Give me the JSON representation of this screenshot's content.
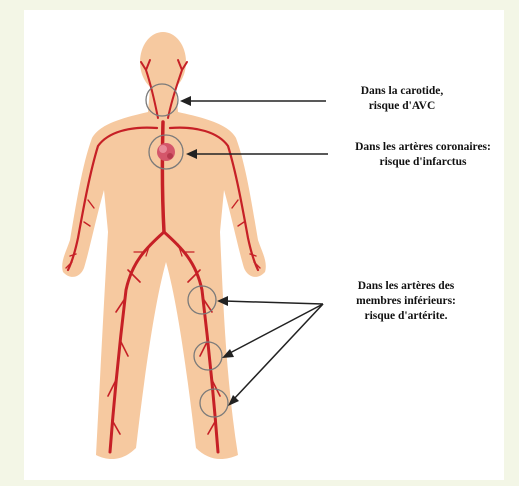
{
  "colors": {
    "background": "#f3f6e6",
    "panel": "#ffffff",
    "skin": "#f6c9a0",
    "artery": "#c62026",
    "heart": "#d4566a",
    "pointer": "#222222"
  },
  "annotations": {
    "carotid": {
      "line1": "Dans la carotide,",
      "line2": "risque d'AVC"
    },
    "coronary": {
      "line1": "Dans les artères coronaires:",
      "line2": "risque d'infarctus"
    },
    "lower_limbs": {
      "line1": "Dans les artères des",
      "line2": "membres inférieurs:",
      "line3": "risque d'artérite."
    }
  }
}
